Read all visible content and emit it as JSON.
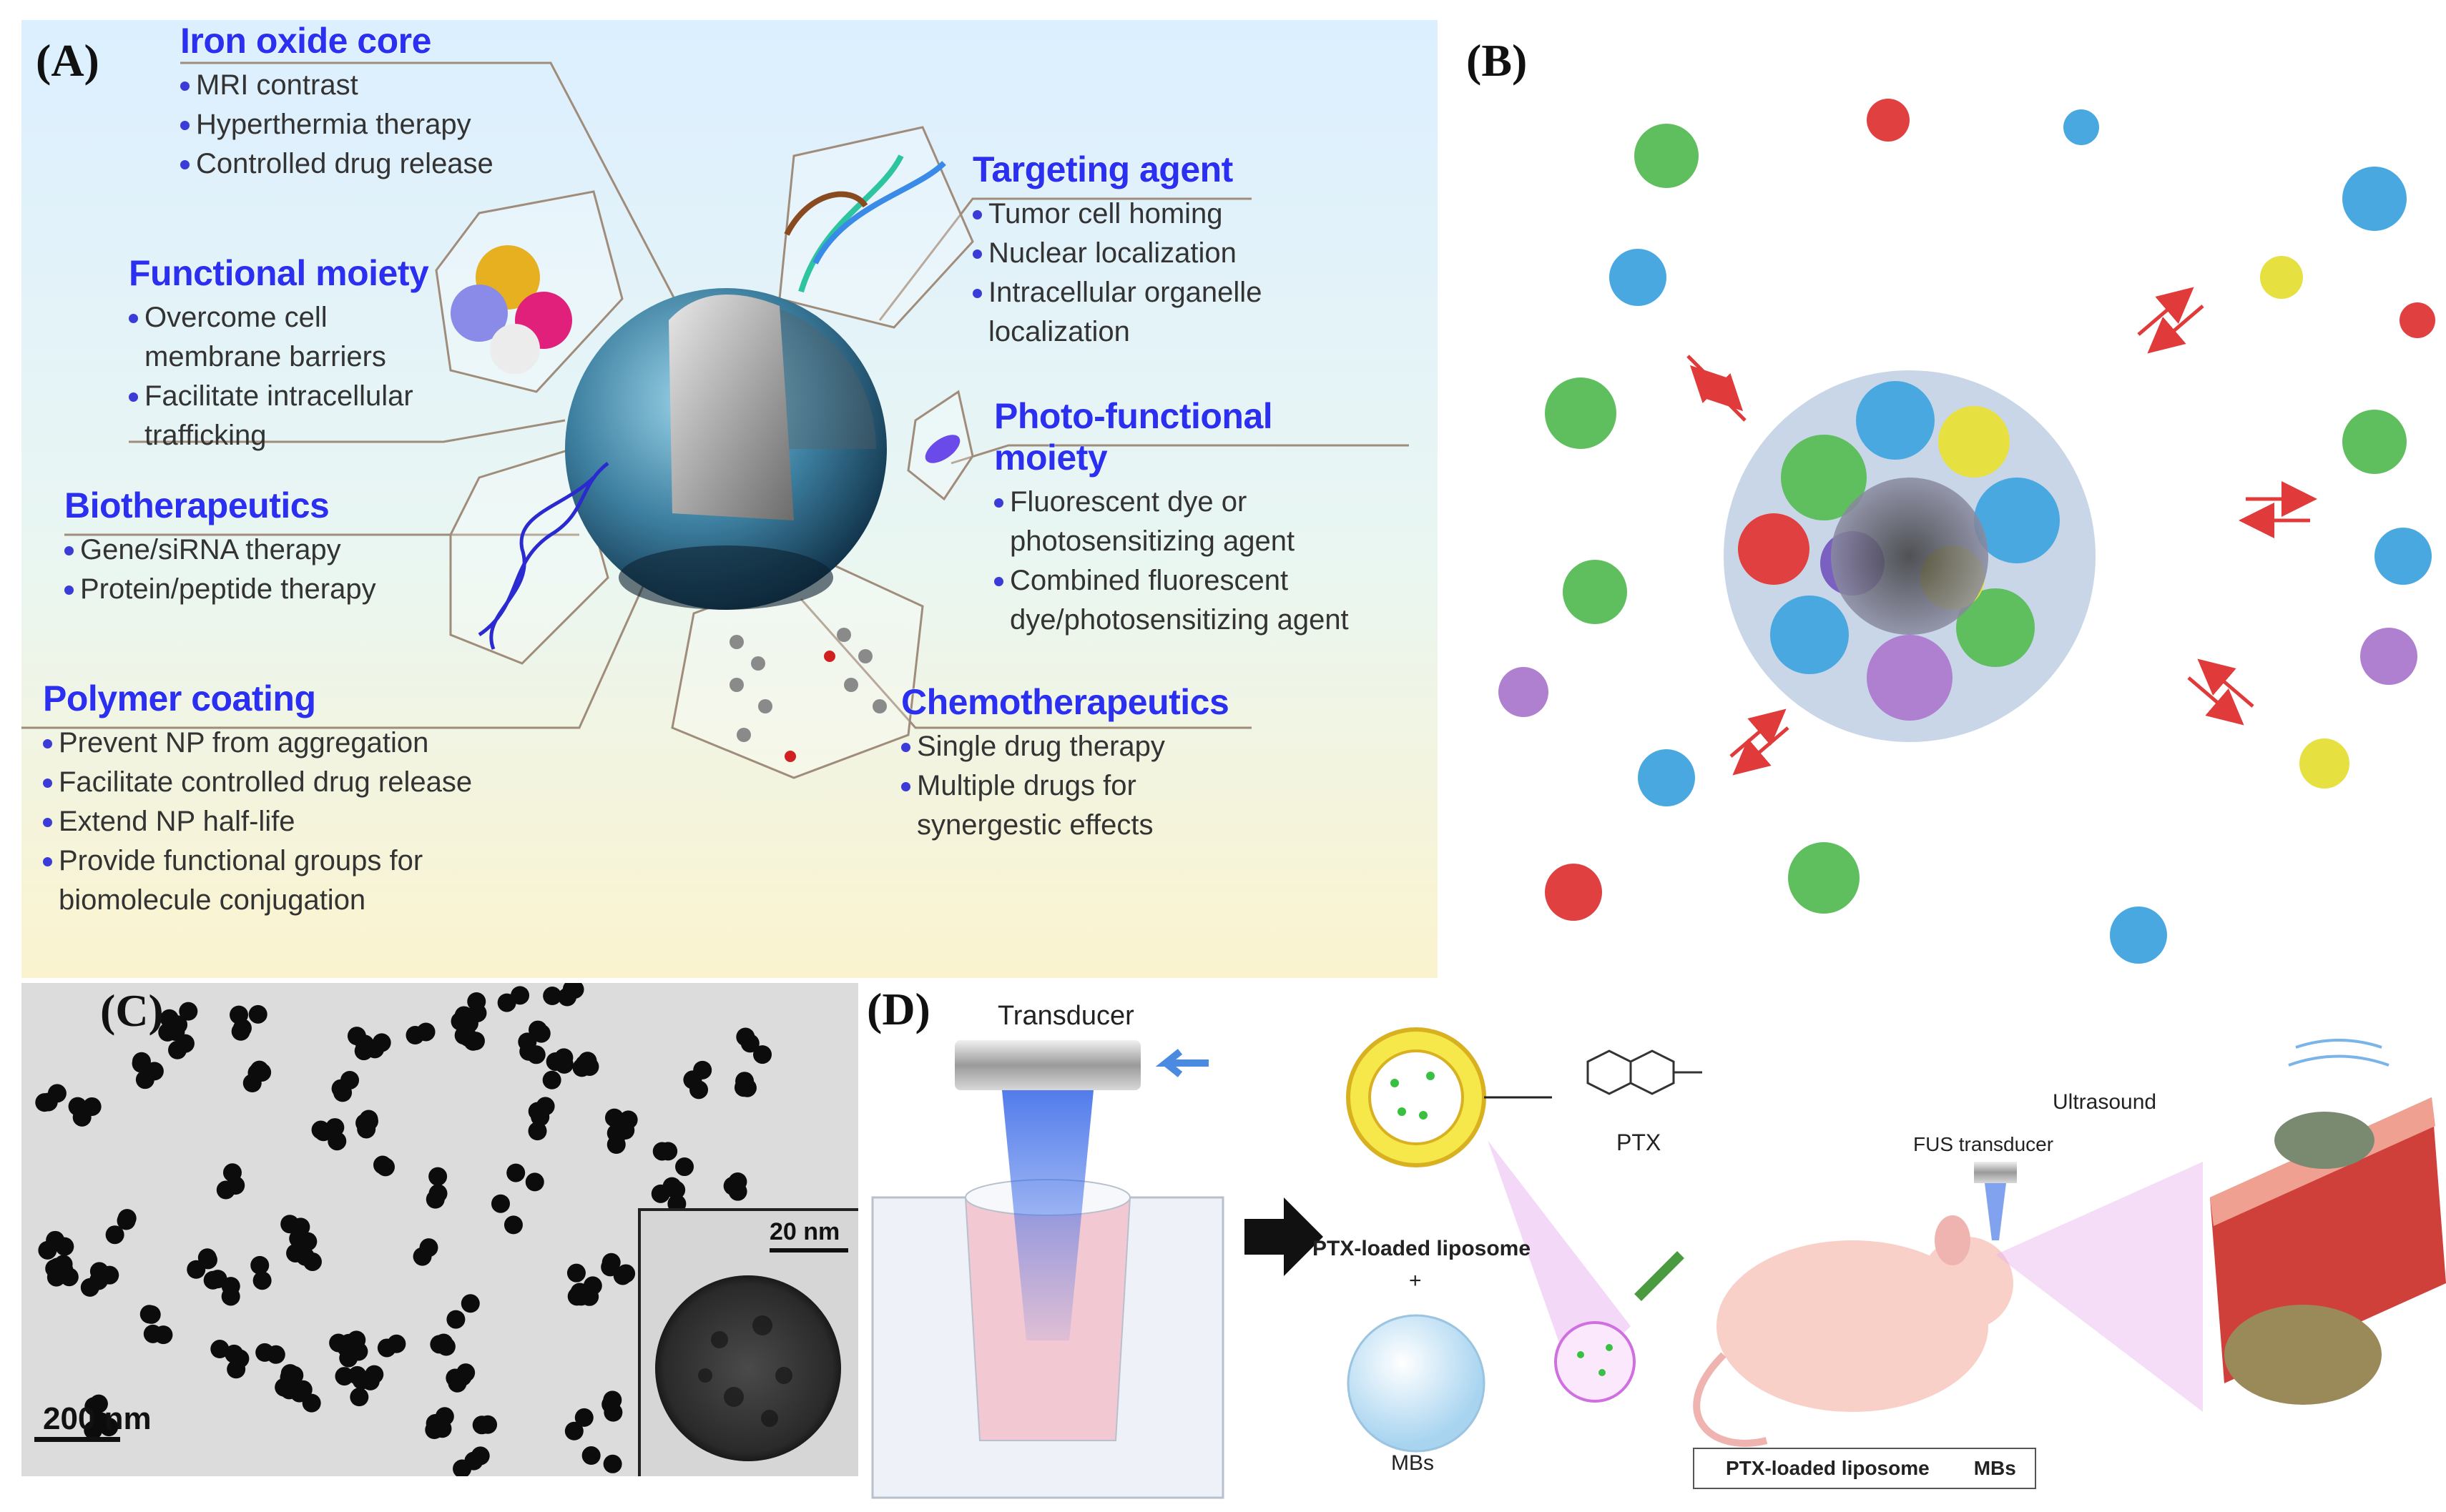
{
  "panels": {
    "a": {
      "label": "(A)",
      "blocks": {
        "iron": {
          "title": "Iron oxide core",
          "items": [
            "MRI contrast",
            "Hyperthermia therapy",
            "Controlled drug release"
          ]
        },
        "functional": {
          "title": "Functional moiety",
          "items": [
            "Overcome cell membrane barriers",
            "Facilitate intracellular trafficking"
          ]
        },
        "biotherapeutics": {
          "title": "Biotherapeutics",
          "items": [
            "Gene/siRNA therapy",
            "Protein/peptide therapy"
          ]
        },
        "polymer": {
          "title": "Polymer coating",
          "items": [
            "Prevent NP from aggregation",
            "Facilitate controlled drug release",
            "Extend NP half-life",
            "Provide functional groups for biomolecule conjugation"
          ]
        },
        "targeting": {
          "title": "Targeting agent",
          "items": [
            "Tumor cell homing",
            "Nuclear localization",
            "Intracellular organelle localization"
          ]
        },
        "photo": {
          "title": "Photo-functional moiety",
          "items": [
            "Fluorescent dye or photosensitizing agent",
            "Combined fluorescent dye/photosensitizing agent"
          ]
        },
        "chemo": {
          "title": "Chemotherapeutics",
          "items": [
            "Single drug therapy",
            "Multiple drugs for synergestic effects"
          ]
        }
      }
    },
    "b": {
      "label": "(B)"
    },
    "c": {
      "label": "(C)",
      "scale_main": "200 nm",
      "scale_inset": "20 nm"
    },
    "d": {
      "label": "(D)",
      "transducer": "Transducer",
      "ptx": "PTX",
      "liposome": "PTX-loaded liposome",
      "plus": "+",
      "mbs": "MBs",
      "fus": "FUS transducer",
      "ultrasound": "Ultrasound",
      "legend": {
        "liposome": "PTX-loaded liposome",
        "mbs": "MBs"
      }
    }
  },
  "colors": {
    "title_blue": "#2a2ff0",
    "arrow_red": "#e03a3a",
    "bullet": "#3b3bd8"
  }
}
